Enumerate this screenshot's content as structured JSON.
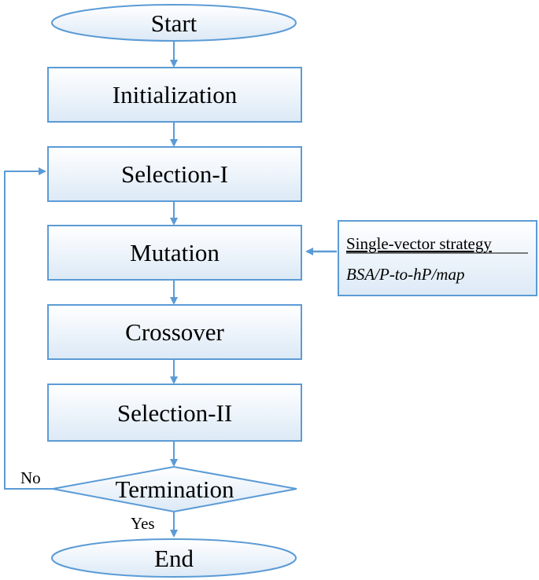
{
  "colors": {
    "stroke": "#5B9BD5",
    "fill_top": "#FFFFFF",
    "fill_bottom": "#DCE9F6",
    "text": "#000000"
  },
  "nodes": {
    "start": "Start",
    "initialization": "Initialization",
    "selection1": "Selection-I",
    "mutation": "Mutation",
    "crossover": "Crossover",
    "selection2": "Selection-II",
    "termination": "Termination",
    "end": "End"
  },
  "branches": {
    "no": "No",
    "yes": "Yes"
  },
  "side_box": {
    "title": "Single-vector strategy",
    "subtitle": "BSA/P-to-hP/map"
  }
}
